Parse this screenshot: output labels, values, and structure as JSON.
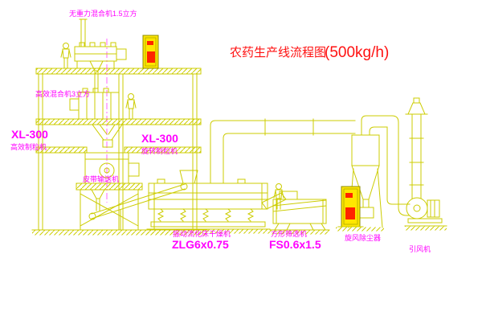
{
  "title": {
    "text": "农药生产线流程图",
    "capacity": "(500kg/h)"
  },
  "labels": {
    "top_mixer": "无重力混合机1.5立方",
    "mid_mixer": "高效混合机3立方",
    "granulator_left_model": "XL-300",
    "granulator_left_name": "高效制粒机",
    "granulator_right_model": "XL-300",
    "granulator_right_name": "旋转制粒机",
    "belt_conveyor": "皮带输送机",
    "dryer_name": "振动流化床干燥机",
    "dryer_model": "ZLG6x0.75",
    "sieve_name": "方形筛选机",
    "sieve_model": "FS0.6x1.5",
    "cyclone": "旋风除尘器",
    "fan": "引风机"
  },
  "colors": {
    "line": "#cccc00",
    "label": "#ff00ff",
    "title": "#ff1111",
    "cabinet": "#ffe600",
    "display": "#ff2400",
    "background": "#ffffff"
  }
}
